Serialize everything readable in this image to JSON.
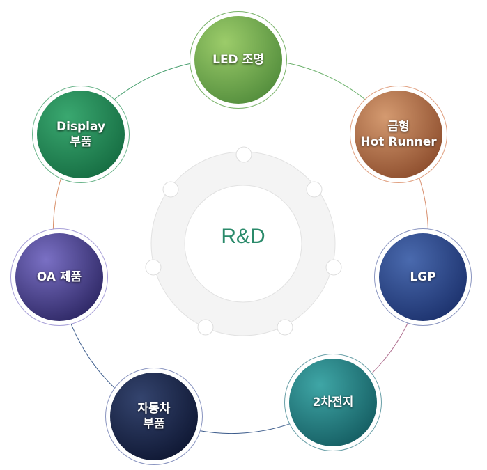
{
  "center": {
    "label": "R&D"
  },
  "nodes": [
    {
      "id": "led",
      "line1": "LED 조명",
      "line2": "",
      "colors": [
        "#9ccc6a",
        "#4f8a3a"
      ],
      "ring": "#7ab36a"
    },
    {
      "id": "mold",
      "line1": "금형",
      "line2": "Hot Runner",
      "colors": [
        "#d49a70",
        "#8a4a2a"
      ],
      "ring": "#e0a080"
    },
    {
      "id": "lgp",
      "line1": "LGP",
      "line2": "",
      "colors": [
        "#4a6aae",
        "#1a2f6a"
      ],
      "ring": "#8a95c0"
    },
    {
      "id": "battery",
      "line1": "2차전지",
      "line2": "",
      "colors": [
        "#3fa6a6",
        "#135a5f"
      ],
      "ring": "#6aa0a8"
    },
    {
      "id": "auto",
      "line1": "자동차",
      "line2": "부품",
      "colors": [
        "#34446e",
        "#0d1530"
      ],
      "ring": "#8a95c0"
    },
    {
      "id": "oa",
      "line1": "OA 제품",
      "line2": "",
      "colors": [
        "#7a70c4",
        "#2a2460"
      ],
      "ring": "#a8a0d8"
    },
    {
      "id": "display",
      "line1": "Display",
      "line2": "부품",
      "colors": [
        "#3aa870",
        "#146a40"
      ],
      "ring": "#6ab48a"
    }
  ]
}
